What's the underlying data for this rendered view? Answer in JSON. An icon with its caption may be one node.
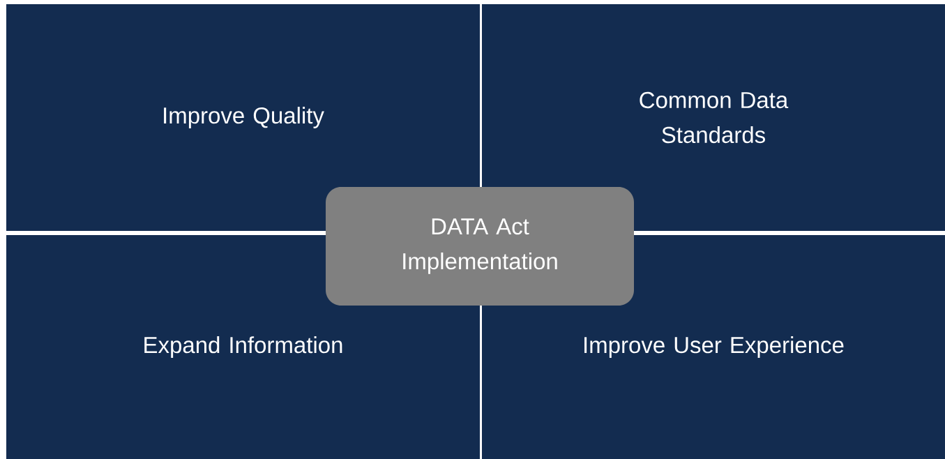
{
  "diagram": {
    "nodes": [
      {
        "text": [
          "Improve Quality"
        ]
      },
      {
        "text": [
          "Common Data Standards"
        ]
      },
      {
        "text": [
          "DATA Act Implementation"
        ]
      },
      {
        "text": [
          "Expand Information"
        ]
      },
      {
        "text": [
          "Improve User Experience"
        ]
      }
    ]
  }
}
